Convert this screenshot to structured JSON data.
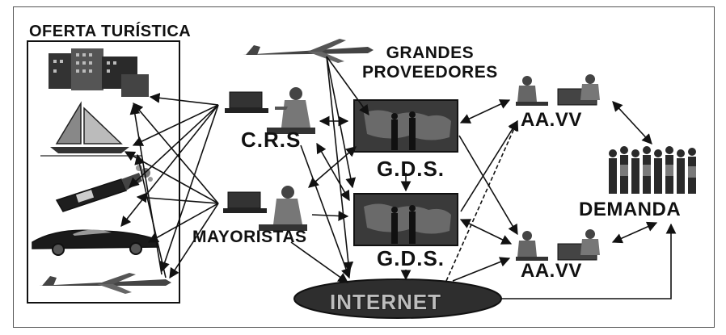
{
  "labels": {
    "oferta": "OFERTA TURÍSTICA",
    "grandes_line1": "GRANDES",
    "grandes_line2": "PROVEEDORES",
    "crs": "C.R.S",
    "gds_top": "G.D.S.",
    "gds_bottom": "G.D.S.",
    "aavv_top": "AA.VV",
    "aavv_bottom": "AA.VV",
    "demanda": "DEMANDA",
    "mayoristas": "MAYORISTAS",
    "internet": "INTERNET"
  },
  "colors": {
    "ink": "#111111",
    "gds_screen": "#3a3a3a",
    "internet_oval": "#2e2e2e",
    "internet_text": "#bdbdbd"
  },
  "icons": {
    "oferta_items": [
      "hotel-buildings-icon",
      "sailboat-icon",
      "champagne-bottle-icon",
      "sports-car-icon",
      "jet-plane-icon"
    ],
    "proveedor": "jet-plane-icon",
    "operator": "computer-operator-icon",
    "gds": "world-map-screen-icon",
    "agency": "travel-agency-meeting-icon",
    "demand": "crowd-icon"
  }
}
